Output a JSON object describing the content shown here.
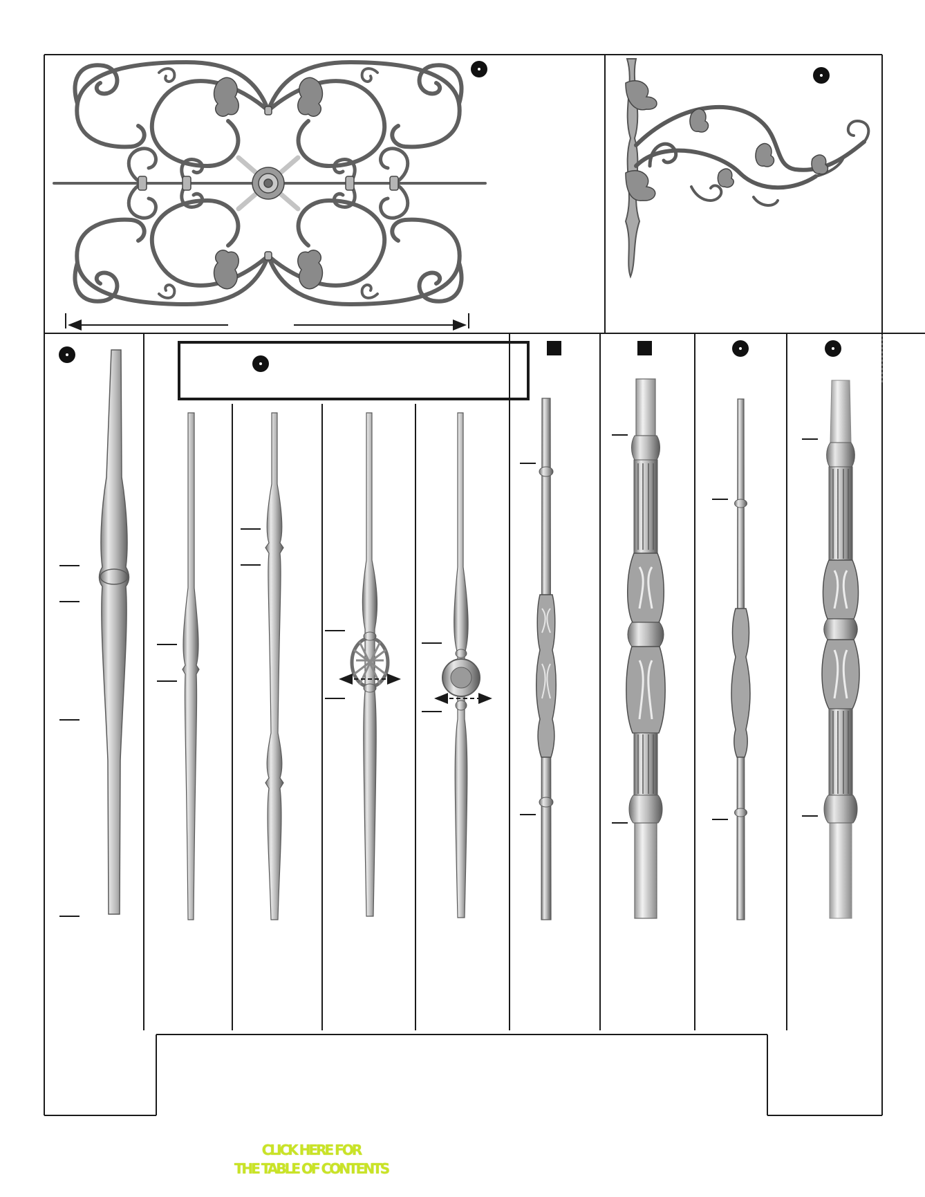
{
  "page": {
    "background": "#ffffff",
    "line_color": "#1a1a1a",
    "metal_light": "#e3e3e3",
    "metal_mid": "#a6a6a6",
    "metal_dark": "#4d4d4d"
  },
  "panels": {
    "scroll_panel": {
      "icon": "circle-dot-icon",
      "item": "scroll-panel"
    },
    "wall_bracket": {
      "icon": "circle-dot-icon",
      "item": "wall-bracket"
    }
  },
  "balusters": [
    {
      "item": "round-tapered-baluster",
      "icon": "circle-dot-icon",
      "shape": "round"
    },
    {
      "item": "single-collar-baluster",
      "group": "grouped-balusters",
      "shape": "round"
    },
    {
      "item": "double-collar-baluster",
      "group": "grouped-balusters",
      "shape": "round"
    },
    {
      "item": "basket-baluster",
      "group": "grouped-balusters",
      "shape": "round"
    },
    {
      "item": "rosette-baluster",
      "group": "grouped-balusters",
      "shape": "round"
    },
    {
      "item": "square-ornamental-baluster",
      "icon": "square-icon",
      "shape": "square"
    },
    {
      "item": "square-fluted-newel",
      "icon": "square-icon",
      "shape": "square"
    },
    {
      "item": "round-ornamental-baluster",
      "icon": "circle-dot-icon",
      "shape": "round"
    },
    {
      "item": "round-fluted-newel",
      "icon": "circle-dot-icon",
      "shape": "round"
    }
  ],
  "footer": {
    "toc_line1": "CLICK HERE FOR",
    "toc_line2": "THE TABLE OF CONTENTS",
    "toc_color": "#c9e327"
  }
}
